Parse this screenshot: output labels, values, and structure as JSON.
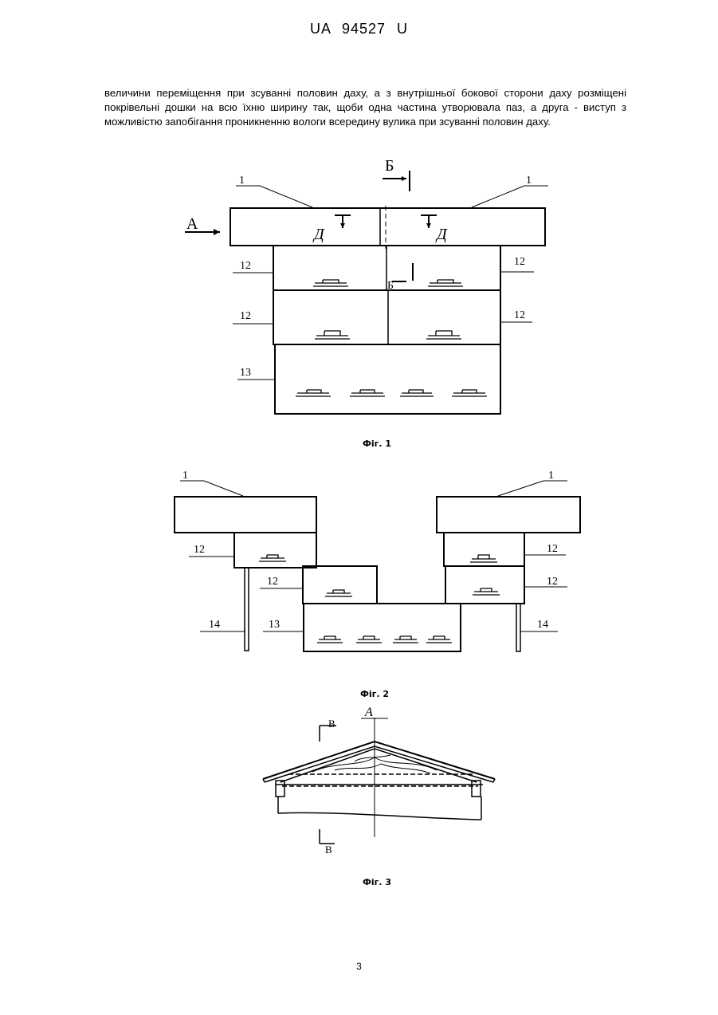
{
  "header": {
    "doc_number": "UA   94527   U"
  },
  "body_text": "величини переміщення при зсуванні половин даху, а з внутрішньої бокової сторони даху розміщені покрівельні дошки на всю їхню ширину так, щоби одна частина утворювала паз, а друга - виступ з можливістю запобігання проникненню вологи всередину вулика при зсуванні половин даху.",
  "figures": {
    "fig1": {
      "caption": "Фіг. 1",
      "labels": {
        "roof_left": "1",
        "roof_right": "1",
        "section_b_top": "Б",
        "section_b_mid": "Б",
        "arrow_a": "А",
        "d_left": "Д",
        "d_right": "Д",
        "body_l1": "12",
        "body_l2": "12",
        "body_r1": "12",
        "body_r2": "12",
        "bottom": "13"
      }
    },
    "fig2": {
      "caption": "Фіг. 2",
      "labels": {
        "roof_left": "1",
        "roof_right": "1",
        "body_l1": "12",
        "body_l2": "12",
        "body_r1": "12",
        "body_r2": "12",
        "bottom": "13",
        "leg_left": "14",
        "leg_right": "14"
      }
    },
    "fig3": {
      "caption": "Фіг. 3",
      "labels": {
        "view_a": "А",
        "section_b_top": "В",
        "section_b_bottom": "В"
      }
    }
  },
  "page_number": "3"
}
